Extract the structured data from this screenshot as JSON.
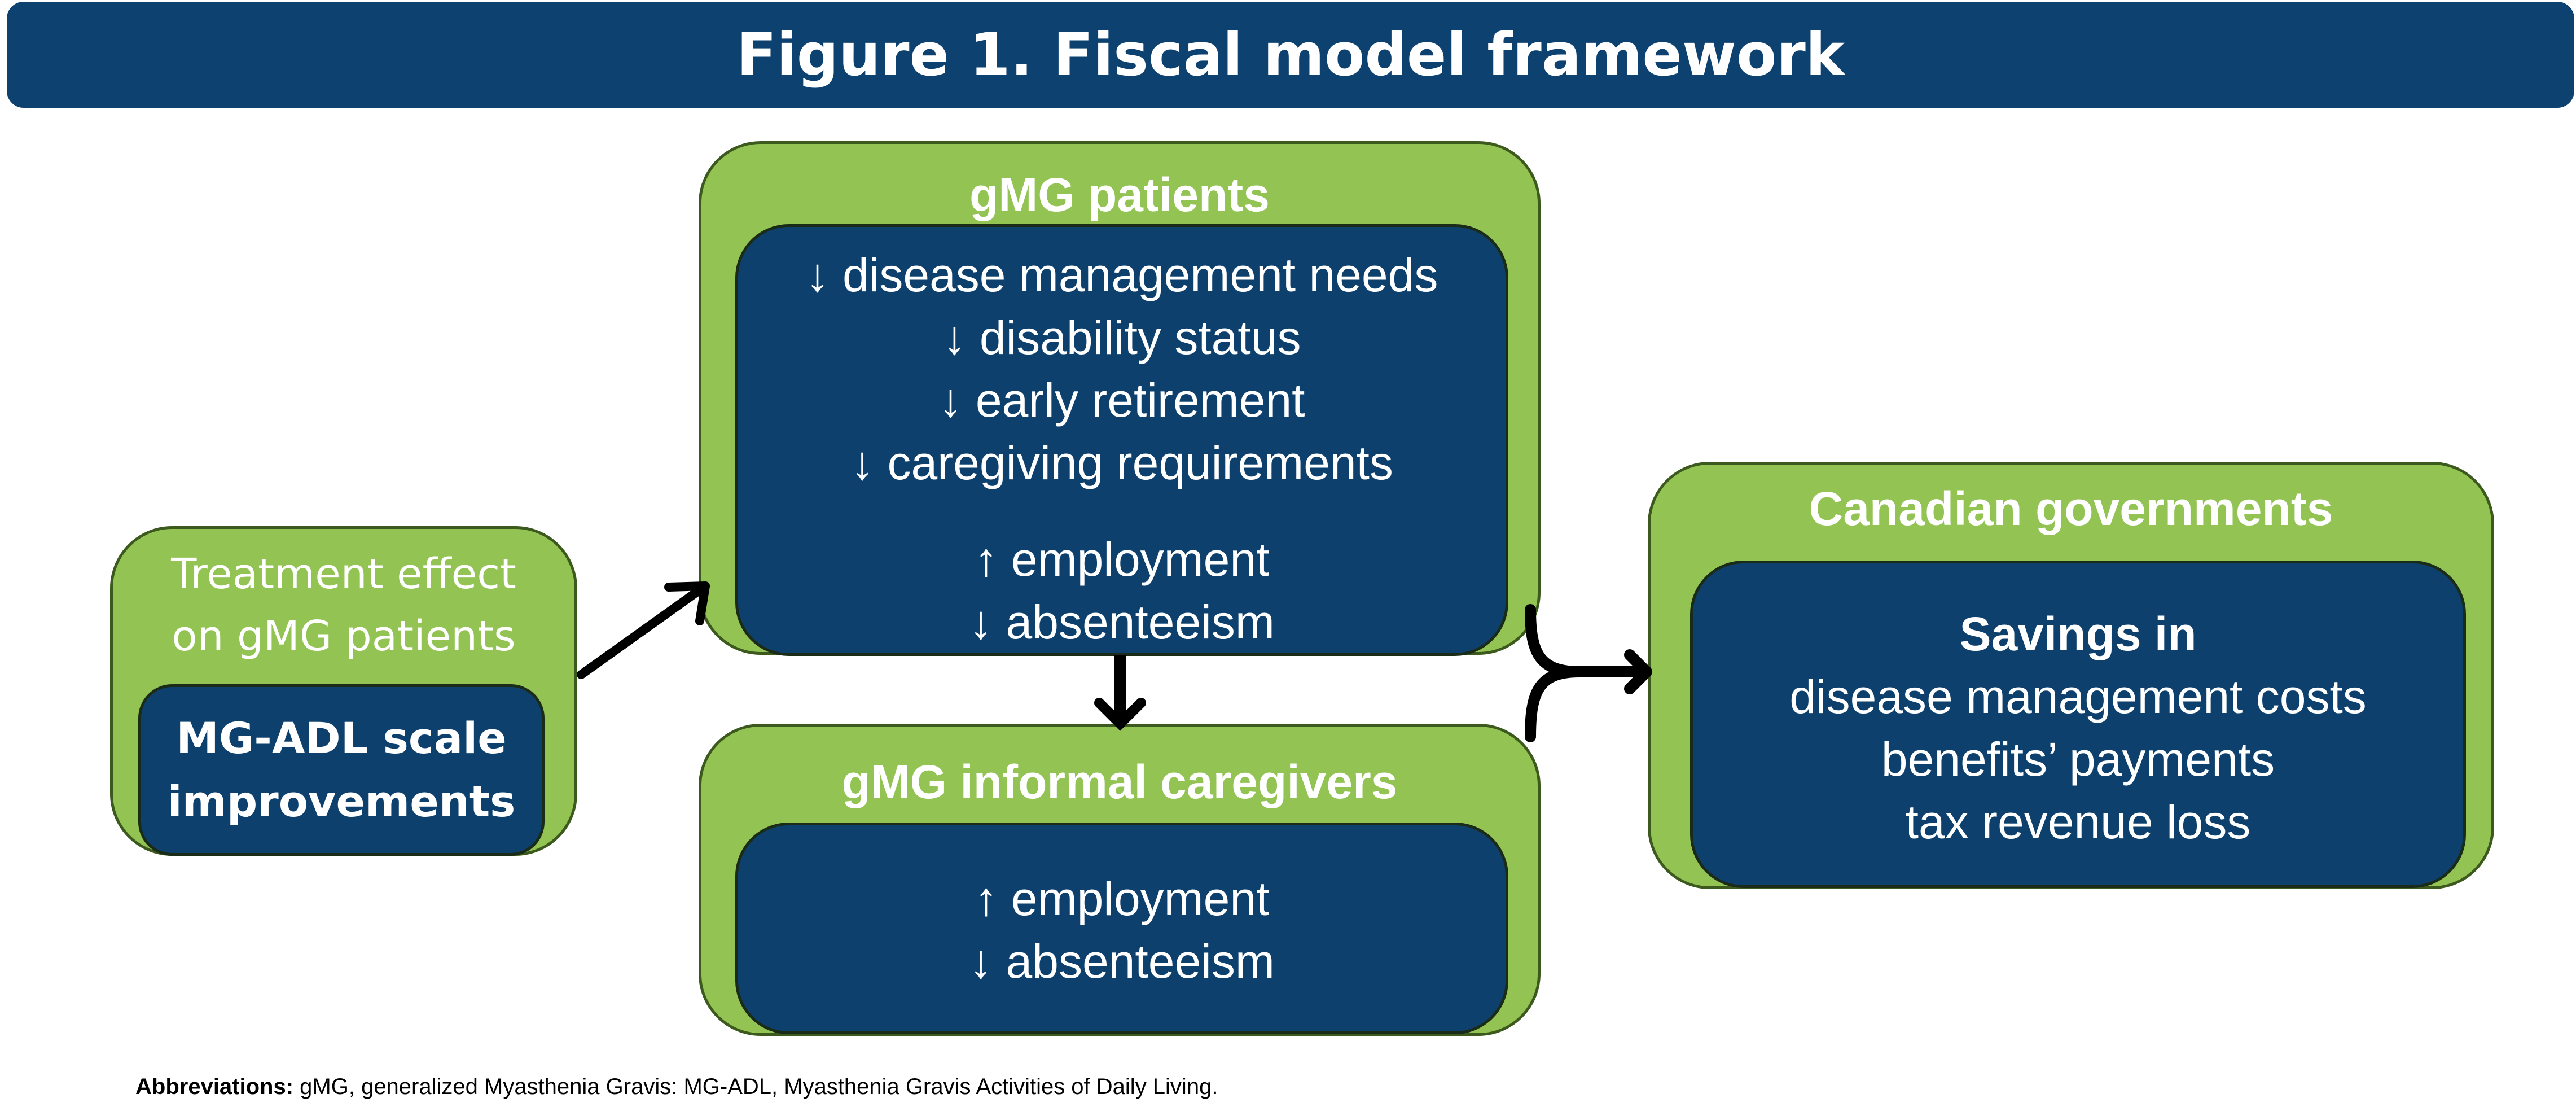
{
  "title": "Figure 1. Fiscal model framework",
  "colors": {
    "banner": "#0d4170",
    "green": "#92c353",
    "blue": "#0d406d"
  },
  "treatment": {
    "title_lines": [
      "Treatment effect",
      "on gMG patients"
    ],
    "inner_lines": [
      "MG-ADL scale",
      "improvements"
    ]
  },
  "patients": {
    "title": "gMG patients",
    "lines": [
      "↓ disease management needs",
      "↓ disability status",
      "↓ early retirement",
      "↓ caregiving requirements"
    ],
    "lines2": [
      "↑ employment",
      "↓ absenteeism"
    ]
  },
  "caregivers": {
    "title": "gMG informal caregivers",
    "lines": [
      "↑ employment",
      "↓ absenteeism"
    ]
  },
  "government": {
    "title": "Canadian governments",
    "heading": "Savings in",
    "lines": [
      "disease management costs",
      "benefits’ payments",
      "tax revenue loss"
    ]
  },
  "footnote": {
    "label": "Abbreviations:",
    "text": " gMG, generalized Myasthenia Gravis: MG-ADL, Myasthenia Gravis Activities of Daily Living."
  }
}
